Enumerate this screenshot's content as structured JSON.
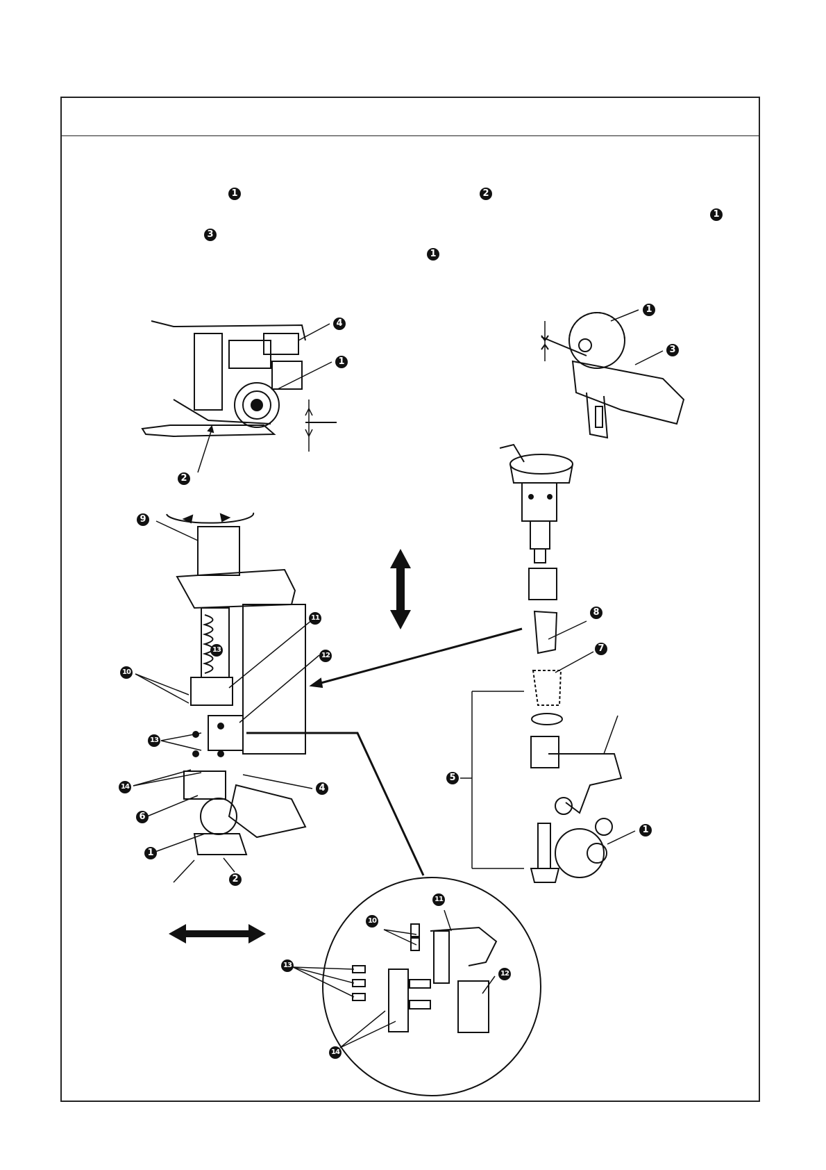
{
  "callouts": {
    "c1": "1",
    "c2": "2",
    "c3": "3",
    "c4": "4",
    "c5": "5",
    "c6": "6",
    "c7": "7",
    "c8": "8",
    "c9": "9",
    "c10": "10",
    "c11": "11",
    "c12": "12",
    "c13": "13",
    "c14": "14"
  },
  "colors": {
    "ink": "#111111",
    "paper": "#ffffff",
    "shade": "#cfcfcf"
  }
}
